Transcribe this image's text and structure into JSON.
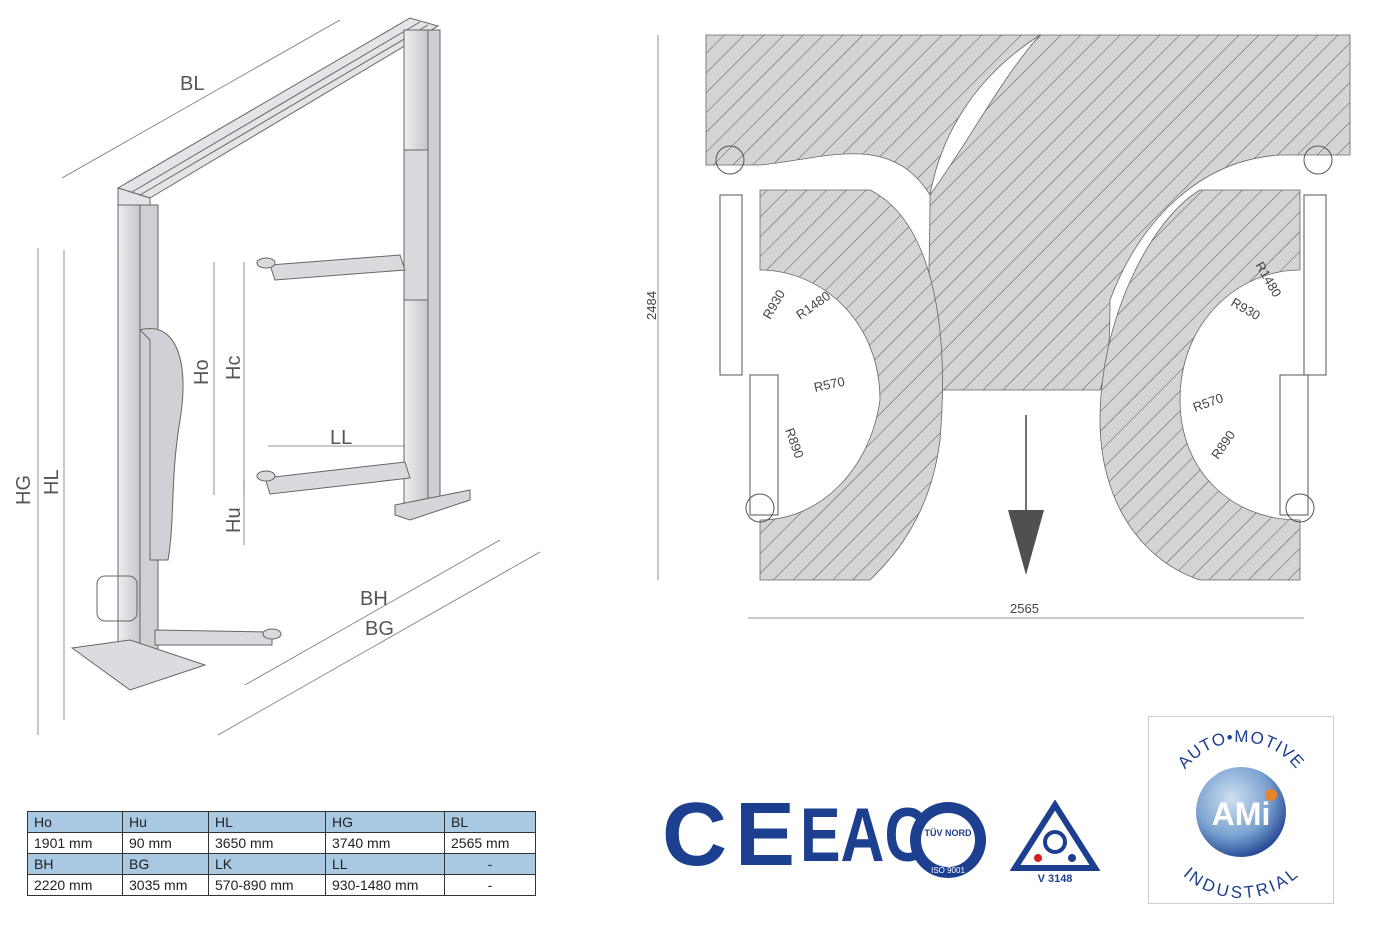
{
  "lift_drawing": {
    "dimension_labels": {
      "bl": "BL",
      "ho": "Ho",
      "hc": "Hc",
      "hu": "Hu",
      "hg": "HG",
      "hl": "HL",
      "ll": "LL",
      "bh": "BH",
      "bg": "BG"
    }
  },
  "plan_drawing": {
    "height_dim": "2484",
    "width_dim": "2565",
    "radii": {
      "left_outer": "R1480",
      "left_inner": "R930",
      "left_short_r": "R570",
      "left_short_r2": "R890",
      "right_outer": "R1480",
      "right_inner": "R930",
      "right_short_r": "R570",
      "right_short_r2": "R890"
    }
  },
  "spec_table": {
    "rows": [
      {
        "type": "header",
        "cells": [
          "Ho",
          "Hu",
          "HL",
          "HG",
          "BL"
        ]
      },
      {
        "type": "value",
        "cells": [
          "1901 mm",
          "90 mm",
          "3650 mm",
          "3740 mm",
          "2565 mm"
        ]
      },
      {
        "type": "header",
        "cells": [
          "BH",
          "BG",
          "LK",
          "LL",
          "-"
        ]
      },
      {
        "type": "value",
        "cells": [
          "2220 mm",
          "3035 mm",
          "570-890 mm",
          "930-1480 mm",
          "-"
        ]
      }
    ]
  },
  "certifications": {
    "ce": "CE",
    "eac": "EAC",
    "tuv_top": "TÜV NORD",
    "tuv_bottom": "ISO 9001",
    "v_code": "V 3148",
    "ami_logo": "AMi",
    "ami_ring_top": "AUTO•MOTIVE",
    "ami_ring_bottom": "INDUSTRIAL"
  },
  "colors": {
    "hatch_fill": "#d4d4d4",
    "navy": "#1d3f8f",
    "table_header": "#a9c9e3"
  }
}
